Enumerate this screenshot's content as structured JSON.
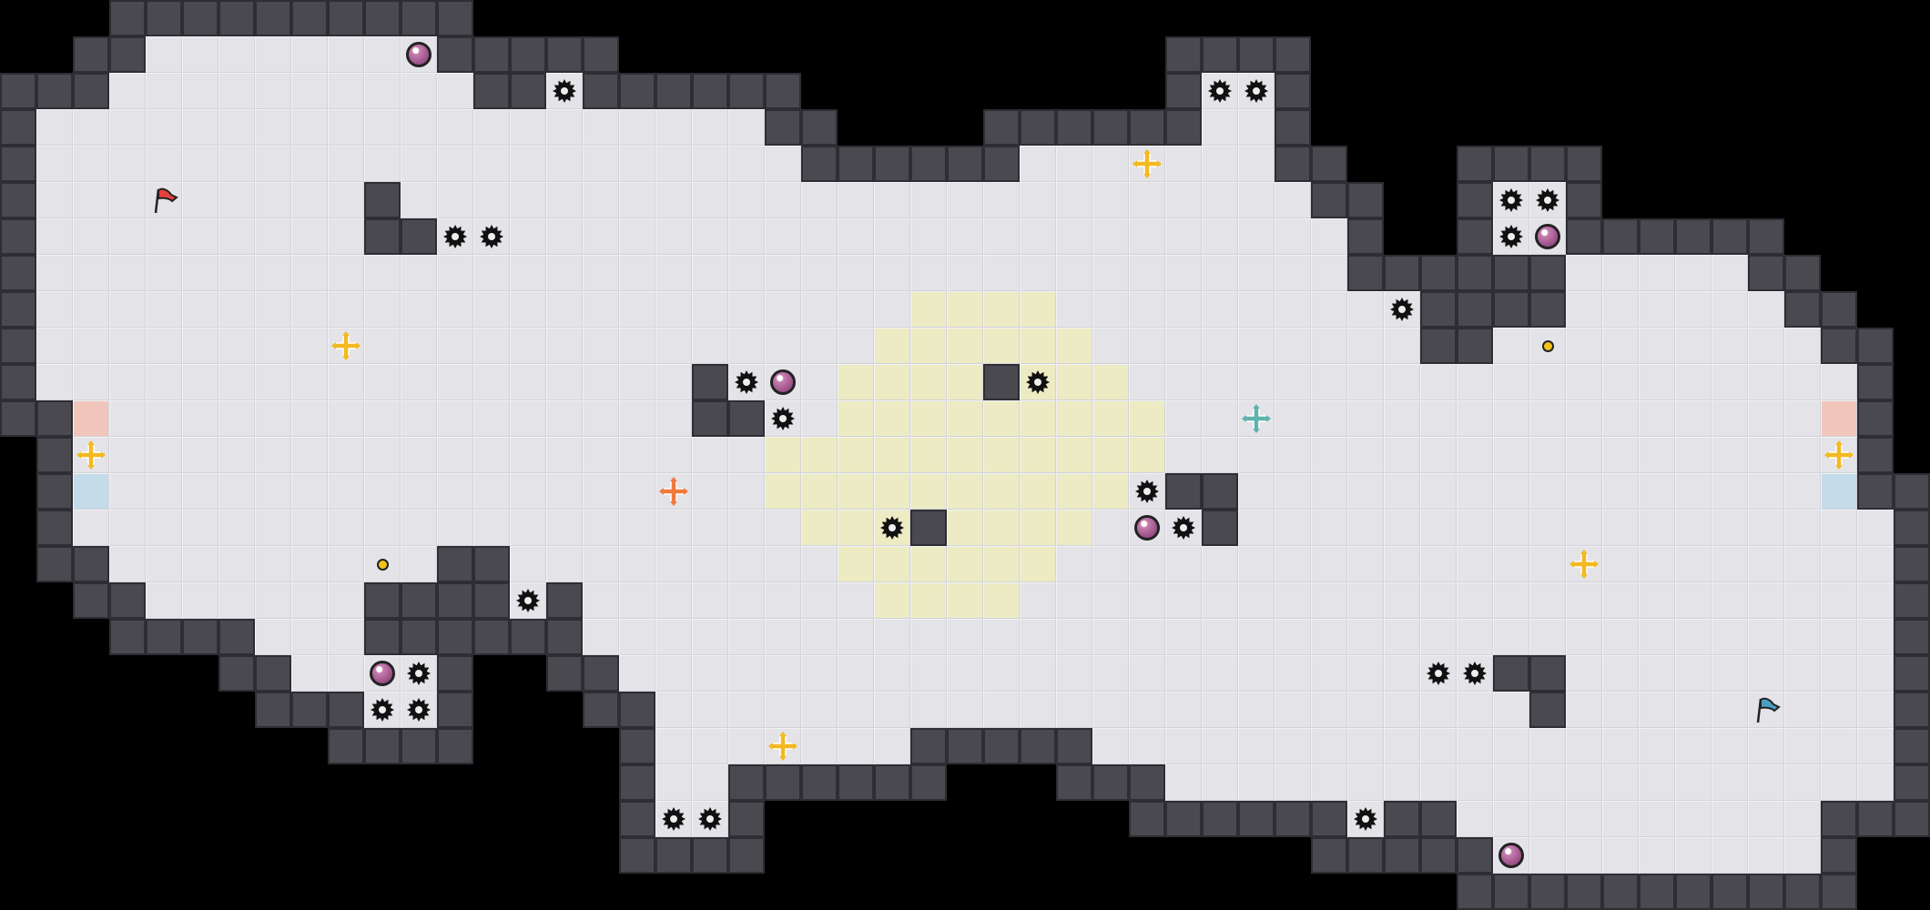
{
  "game": {
    "colors": {
      "void": "#000000",
      "floor": "#e3e3e8",
      "wall": "#4a494f",
      "zone": "#ecebc3",
      "red_pad": "#f0c6bc",
      "blue_pad": "#c4dbe9",
      "plus_yellow": "#f3b922",
      "plus_orange": "#ef7a3c",
      "plus_teal": "#5fb3ae",
      "flag_red": "#e8413c",
      "flag_blue": "#4a9fc3",
      "spike": "#111111",
      "dot": "#f2c21b"
    },
    "entity_types": [
      "bomb-icon",
      "spike-icon",
      "plus-icon",
      "flag-icon",
      "coin-dot-icon"
    ],
    "counts": {
      "bombs": 6,
      "spikes": 26,
      "plus_pickups": 8,
      "flags": 2
    }
  }
}
